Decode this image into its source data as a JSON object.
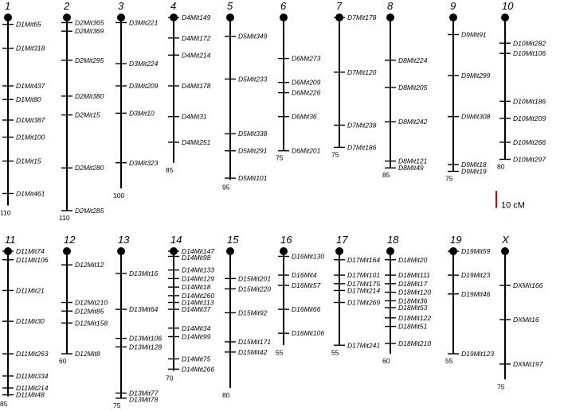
{
  "colors": {
    "ink": "#000000",
    "scale": "#cc0000"
  },
  "scale_bar": {
    "label": "10 cM",
    "cm": 10
  },
  "chromosomes": [
    {
      "name": "1",
      "length": 110,
      "markers": [
        [
          "D1Mit65",
          4
        ],
        [
          "D1Mit318",
          18
        ],
        [
          "D1Mit437",
          40
        ],
        [
          "D1Mit80",
          48
        ],
        [
          "D1Mit387",
          60
        ],
        [
          "D1Mit100",
          70
        ],
        [
          "D1Mit15",
          84
        ],
        [
          "D1Mit461",
          103
        ]
      ]
    },
    {
      "name": "2",
      "length": 110,
      "markers": [
        [
          "D2Mit365",
          3
        ],
        [
          "D2Mit369",
          8
        ],
        [
          "D2Mit295",
          25
        ],
        [
          "D2Mit380",
          46
        ],
        [
          "D2Mit15",
          57
        ],
        [
          "D2Mit280",
          88
        ],
        [
          "D2Mit285",
          113
        ]
      ]
    },
    {
      "name": "3",
      "length": 100,
      "markers": [
        [
          "D3Mit221",
          3
        ],
        [
          "D3Mit224",
          27
        ],
        [
          "D3Mit209",
          40
        ],
        [
          "D3Mit10",
          56
        ],
        [
          "D3Mit323",
          85
        ]
      ]
    },
    {
      "name": "4",
      "length": 85,
      "markers": [
        [
          "D4Mit149",
          0
        ],
        [
          "D4Mit172",
          12
        ],
        [
          "D4Mit214",
          22
        ],
        [
          "D4Mit178",
          40
        ],
        [
          "D4Mit31",
          58
        ],
        [
          "D4Mit251",
          73
        ]
      ]
    },
    {
      "name": "5",
      "length": 95,
      "markers": [
        [
          "D5Mit349",
          11
        ],
        [
          "D5Mit233",
          36
        ],
        [
          "D5Mit338",
          68
        ],
        [
          "D5Mit291",
          78
        ],
        [
          "D5Mit101",
          94
        ]
      ]
    },
    {
      "name": "6",
      "length": 75,
      "markers": [
        [
          "D6Mit273",
          24
        ],
        [
          "D6Mit209",
          38
        ],
        [
          "D6Mit226",
          44
        ],
        [
          "D6Mit36",
          58
        ],
        [
          "D6Mit201",
          78
        ]
      ]
    },
    {
      "name": "7",
      "length": 75,
      "markers": [
        [
          "D7Mit178",
          0
        ],
        [
          "D7Mit120",
          32
        ],
        [
          "D7Mit238",
          63
        ],
        [
          "D7Mit186",
          76
        ]
      ]
    },
    {
      "name": "8",
      "length": 85,
      "markers": [
        [
          "D8Mit224",
          25
        ],
        [
          "D8Mit205",
          41
        ],
        [
          "D8Mit242",
          61
        ],
        [
          "D8Mit121",
          84
        ],
        [
          "D8Mit49",
          88
        ]
      ]
    },
    {
      "name": "9",
      "length": 75,
      "markers": [
        [
          "D9Mit91",
          10
        ],
        [
          "D9Mit299",
          34
        ],
        [
          "D9Mit308",
          58
        ],
        [
          "D9Mit18",
          86
        ],
        [
          "D9Mit19",
          90
        ]
      ]
    },
    {
      "name": "10",
      "length": 80,
      "markers": [
        [
          "D10Mit282",
          15
        ],
        [
          "D10Mit106",
          21
        ],
        [
          "D10Mit186",
          49
        ],
        [
          "D10Mit209",
          59
        ],
        [
          "D10Mit266",
          73
        ],
        [
          "D10Mit297",
          83
        ]
      ]
    },
    {
      "name": "11",
      "length": 85,
      "markers": [
        [
          "D11Mit74",
          0
        ],
        [
          "D11Mit106",
          5
        ],
        [
          "D11Mit21",
          23
        ],
        [
          "D11Mit30",
          41
        ],
        [
          "D11Mit263",
          60
        ],
        [
          "D11Mit334",
          73
        ],
        [
          "D11Mit214",
          80
        ],
        [
          "D11Mit48",
          84
        ]
      ]
    },
    {
      "name": "12",
      "length": 60,
      "markers": [
        [
          "D12Mit12",
          8
        ],
        [
          "D12Mit210",
          30
        ],
        [
          "D12Mit85",
          35
        ],
        [
          "D12Mit158",
          42
        ],
        [
          "D12Mit8",
          60
        ]
      ]
    },
    {
      "name": "13",
      "length": 75,
      "markers": [
        [
          "D13Mit16",
          13
        ],
        [
          "D13Mit64",
          34
        ],
        [
          "D13Mit106",
          51
        ],
        [
          "D13Mit128",
          56
        ],
        [
          "D13Mit77",
          83
        ],
        [
          "D13Mit78",
          86
        ]
      ]
    },
    {
      "name": "14",
      "length": 70,
      "markers": [
        [
          "D14Mit147",
          0
        ],
        [
          "D14Mit98",
          3
        ],
        [
          "D14Mit133",
          11
        ],
        [
          "D14Mit129",
          16
        ],
        [
          "D14Mit18",
          21
        ],
        [
          "D14Mit260",
          26
        ],
        [
          "D14Mit113",
          30
        ],
        [
          "D14Mit37",
          34
        ],
        [
          "D14Mit34",
          45
        ],
        [
          "D14Mit99",
          50
        ],
        [
          "D14Mit75",
          63
        ],
        [
          "D14Mit266",
          69
        ]
      ]
    },
    {
      "name": "15",
      "length": 80,
      "markers": [
        [
          "D15Mit201",
          16
        ],
        [
          "D15Mit220",
          22
        ],
        [
          "D15Mit92",
          36
        ],
        [
          "D15Mit171",
          53
        ],
        [
          "D15Mit42",
          59
        ]
      ]
    },
    {
      "name": "16",
      "length": 55,
      "markers": [
        [
          "D16Mit130",
          3
        ],
        [
          "D16Mit4",
          14
        ],
        [
          "D16Mit57",
          20
        ],
        [
          "D16Mit66",
          34
        ],
        [
          "D16Mit106",
          48
        ]
      ]
    },
    {
      "name": "17",
      "length": 55,
      "markers": [
        [
          "D17Mit164",
          5
        ],
        [
          "D17Mit101",
          14
        ],
        [
          "D17Mit175",
          19
        ],
        [
          "D17Mit214",
          23
        ],
        [
          "D17Mit269",
          30
        ],
        [
          "D17Mit241",
          55
        ]
      ]
    },
    {
      "name": "18",
      "length": 60,
      "markers": [
        [
          "D18Mit20",
          5
        ],
        [
          "D18Mit111",
          14
        ],
        [
          "D18Mit17",
          19
        ],
        [
          "D18Mit120",
          24
        ],
        [
          "D18Mit36",
          29
        ],
        [
          "D18Mit53",
          33
        ],
        [
          "D18Mit122",
          39
        ],
        [
          "D18Mit51",
          44
        ],
        [
          "D18Mit210",
          54
        ]
      ]
    },
    {
      "name": "19",
      "length": 55,
      "markers": [
        [
          "D19Mit59",
          0
        ],
        [
          "D19Mit23",
          14
        ],
        [
          "D19Mit46",
          25
        ],
        [
          "D19Mit123",
          60
        ]
      ]
    },
    {
      "name": "X",
      "length": 75,
      "markers": [
        [
          "DXMit166",
          20
        ],
        [
          "DXMit16",
          40
        ],
        [
          "DXMit197",
          66
        ]
      ]
    }
  ]
}
